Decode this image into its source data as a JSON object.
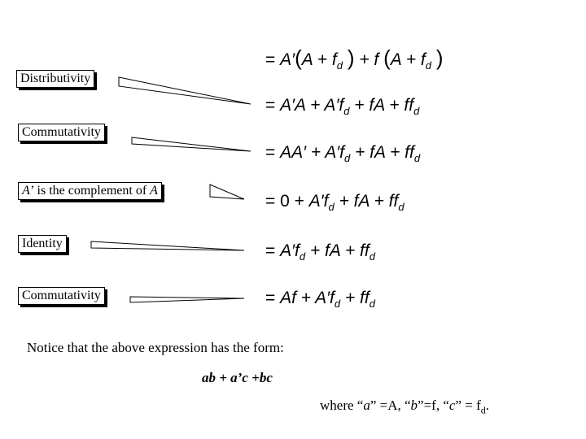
{
  "callouts": {
    "c1": "Distributivity",
    "c2": "Commutativity",
    "c3_a": "A’",
    "c3_mid": " is the complement of ",
    "c3_b": "A",
    "c4": "Identity",
    "c5": "Commutativity"
  },
  "notice": {
    "line": "Notice that the above expression has the form:",
    "form": "ab + a’c +bc",
    "where_prefix": "where “",
    "a": "a",
    "eq_A": "” =A, “",
    "b": "b",
    "eq_f": "”=f, “",
    "c": "c",
    "eq_fd": "” = f",
    "d": "d",
    "end": "."
  }
}
